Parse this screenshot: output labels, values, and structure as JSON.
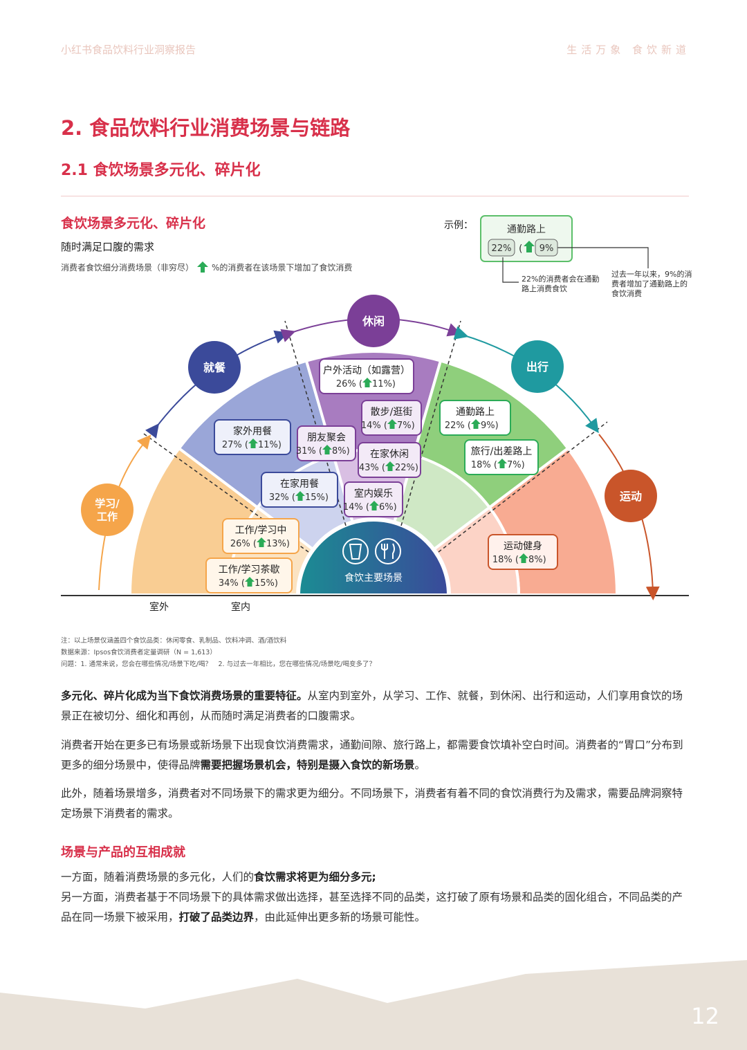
{
  "header": {
    "left": "小红书食品饮料行业洞察报告",
    "right": "生活万象 食饮新道"
  },
  "section_title": "2. 食品饮料行业消费场景与链路",
  "subsection_title": "2.1 食饮场景多元化、碎片化",
  "figure": {
    "title": "食饮场景多元化、碎片化",
    "subtitle": "随时满足口腹的需求",
    "legend_prefix": "消费者食饮细分消费场景（非穷尽）",
    "legend_suffix": "%的消费者在该场景下增加了食饮消费",
    "example": {
      "label": "示例：",
      "title": "通勤路上",
      "pct": "22%",
      "inc": "9%",
      "note_left": "22%的消费者会在通勤路上消费食饮",
      "note_right": "过去一年以来，9%的消费者增加了通勤路上的食饮消费"
    },
    "categories": {
      "study_work": "学习/工作",
      "dining": "就餐",
      "leisure": "休闲",
      "travel": "出行",
      "sport": "运动"
    },
    "center_label": "食饮主要场景",
    "axis_outdoor": "室外",
    "axis_indoor": "室内",
    "scenes": [
      {
        "name": "户外活动（如露营）",
        "pct": "26%",
        "inc": "11%"
      },
      {
        "name": "散步/逛街",
        "pct": "14%",
        "inc": "7%"
      },
      {
        "name": "家外用餐",
        "pct": "27%",
        "inc": "11%"
      },
      {
        "name": "朋友聚会",
        "pct": "31%",
        "inc": "8%"
      },
      {
        "name": "在家休闲",
        "pct": "43%",
        "inc": "22%"
      },
      {
        "name": "通勤路上",
        "pct": "22%",
        "inc": "9%"
      },
      {
        "name": "旅行/出差路上",
        "pct": "18%",
        "inc": "7%"
      },
      {
        "name": "在家用餐",
        "pct": "32%",
        "inc": "15%"
      },
      {
        "name": "室内娱乐",
        "pct": "14%",
        "inc": "6%"
      },
      {
        "name": "工作/学习中",
        "pct": "26%",
        "inc": "13%"
      },
      {
        "name": "工作/学习茶歇",
        "pct": "34%",
        "inc": "15%"
      },
      {
        "name": "运动健身",
        "pct": "18%",
        "inc": "8%"
      }
    ],
    "notes": [
      "注：以上场景仅涵盖四个食饮品类：休闲零食、乳制品、饮料冲调、酒/酒饮料",
      "数据来源：Ipsos食饮消费者定量调研（N = 1,613）",
      "问题：1. 通常来说，您会在哪些情况/场景下吃/喝？　2. 与过去一年相比，您在哪些情况/场景吃/喝变多了？"
    ]
  },
  "paragraphs": {
    "p1_bold": "多元化、碎片化成为当下食饮消费场景的重要特征。",
    "p1_rest": "从室内到室外，从学习、工作、就餐，到休闲、出行和运动，人们享用食饮的场景正在被切分、细化和再创，从而随时满足消费者的口腹需求。",
    "p2_a": "消费者开始在更多已有场景或新场景下出现食饮消费需求，通勤间隙、旅行路上，都需要食饮填补空白时间。消费者的“胃口”分布到更多的细分场景中，使得品牌",
    "p2_bold": "需要把握场景机会，特别是摄入食饮的新场景",
    "p2_end": "。",
    "p3": "此外，随着场景增多，消费者对不同场景下的需求更为细分。不同场景下，消费者有着不同的食饮消费行为及需求，需要品牌洞察特定场景下消费者的需求。",
    "h3": "场景与产品的互相成就",
    "p4_a": "一方面，随着消费场景的多元化，人们的",
    "p4_bold": "食饮需求将更为细分多元;",
    "p5_a": "另一方面，消费者基于不同场景下的具体需求做出选择，甚至选择不同的品类，这打破了原有场景和品类的固化组合，不同品类的产品在同一场景下被采用，",
    "p5_bold": "打破了品类边界",
    "p5_end": "，由此延伸出更多新的场景可能性。"
  },
  "page_number": "12",
  "colors": {
    "accent": "#d8304a",
    "study": "#f5a54a",
    "dining": "#3b4a9a",
    "leisure": "#7b3f97",
    "travel": "#1f9aa0",
    "sport": "#c9552a",
    "green_arrow": "#2bab57"
  }
}
